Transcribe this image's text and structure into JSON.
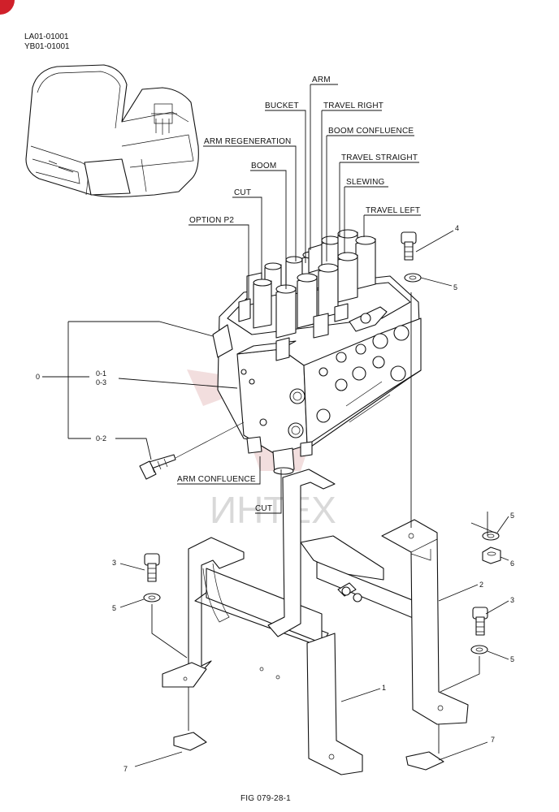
{
  "header": {
    "codes": [
      "LA01-01001",
      "YB01-01001"
    ]
  },
  "callouts": {
    "arm": "ARM",
    "bucket": "BUCKET",
    "travel_right": "TRAVEL RIGHT",
    "boom_confluence": "BOOM CONFLUENCE",
    "arm_regeneration": "ARM REGENERATION",
    "travel_straight": "TRAVEL STRAIGHT",
    "boom": "BOOM",
    "slewing": "SLEWING",
    "cut_top": "CUT",
    "travel_left": "TRAVEL LEFT",
    "option_p2": "OPTION P2",
    "arm_confluence": "ARM CONFLUENCE",
    "cut_bottom": "CUT"
  },
  "part_numbers": {
    "p0": "0",
    "p0_1": "0-1",
    "p0_3": "0-3",
    "p0_2": "0-2",
    "p1": "1",
    "p2": "2",
    "p3_left": "3",
    "p3_right": "3",
    "p4": "4",
    "p5_top": "5",
    "p5_right_upper": "5",
    "p5_left": "5",
    "p5_right_lower": "5",
    "p6": "6",
    "p7_left": "7",
    "p7_right": "7"
  },
  "watermark": {
    "text": "ИНТЕХ",
    "color": "#e7c2c2"
  },
  "figure": {
    "caption": "FIG 079-28-1"
  },
  "colors": {
    "corner_mark": "#d0202a"
  }
}
